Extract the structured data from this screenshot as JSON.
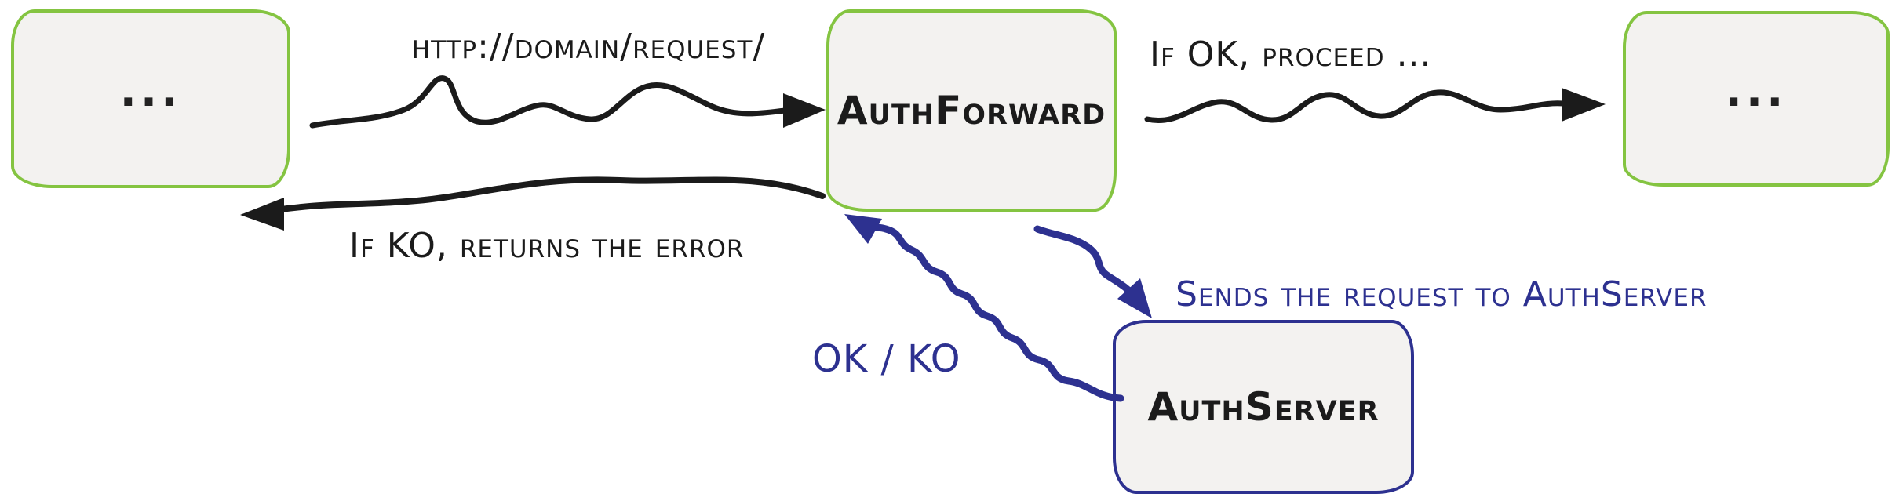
{
  "diagram": {
    "nodes": {
      "client_left": {
        "label": "..."
      },
      "auth_forward": {
        "label": "AuthForward"
      },
      "client_right": {
        "label": "..."
      },
      "auth_server": {
        "label": "AuthServer"
      }
    },
    "edges": {
      "request": {
        "label": "http://domain/request/"
      },
      "ok_proceed": {
        "label": "If OK, proceed ..."
      },
      "ko_return": {
        "label": "If KO, returns the error"
      },
      "send_to_authserver": {
        "label": "Sends the request to AuthServer"
      },
      "ok_ko": {
        "label": "OK / KO"
      }
    },
    "colors": {
      "green_border": "#84c441",
      "blue": "#2d3190",
      "black": "#1b1b1b",
      "node_fill": "#f3f2f0"
    }
  }
}
